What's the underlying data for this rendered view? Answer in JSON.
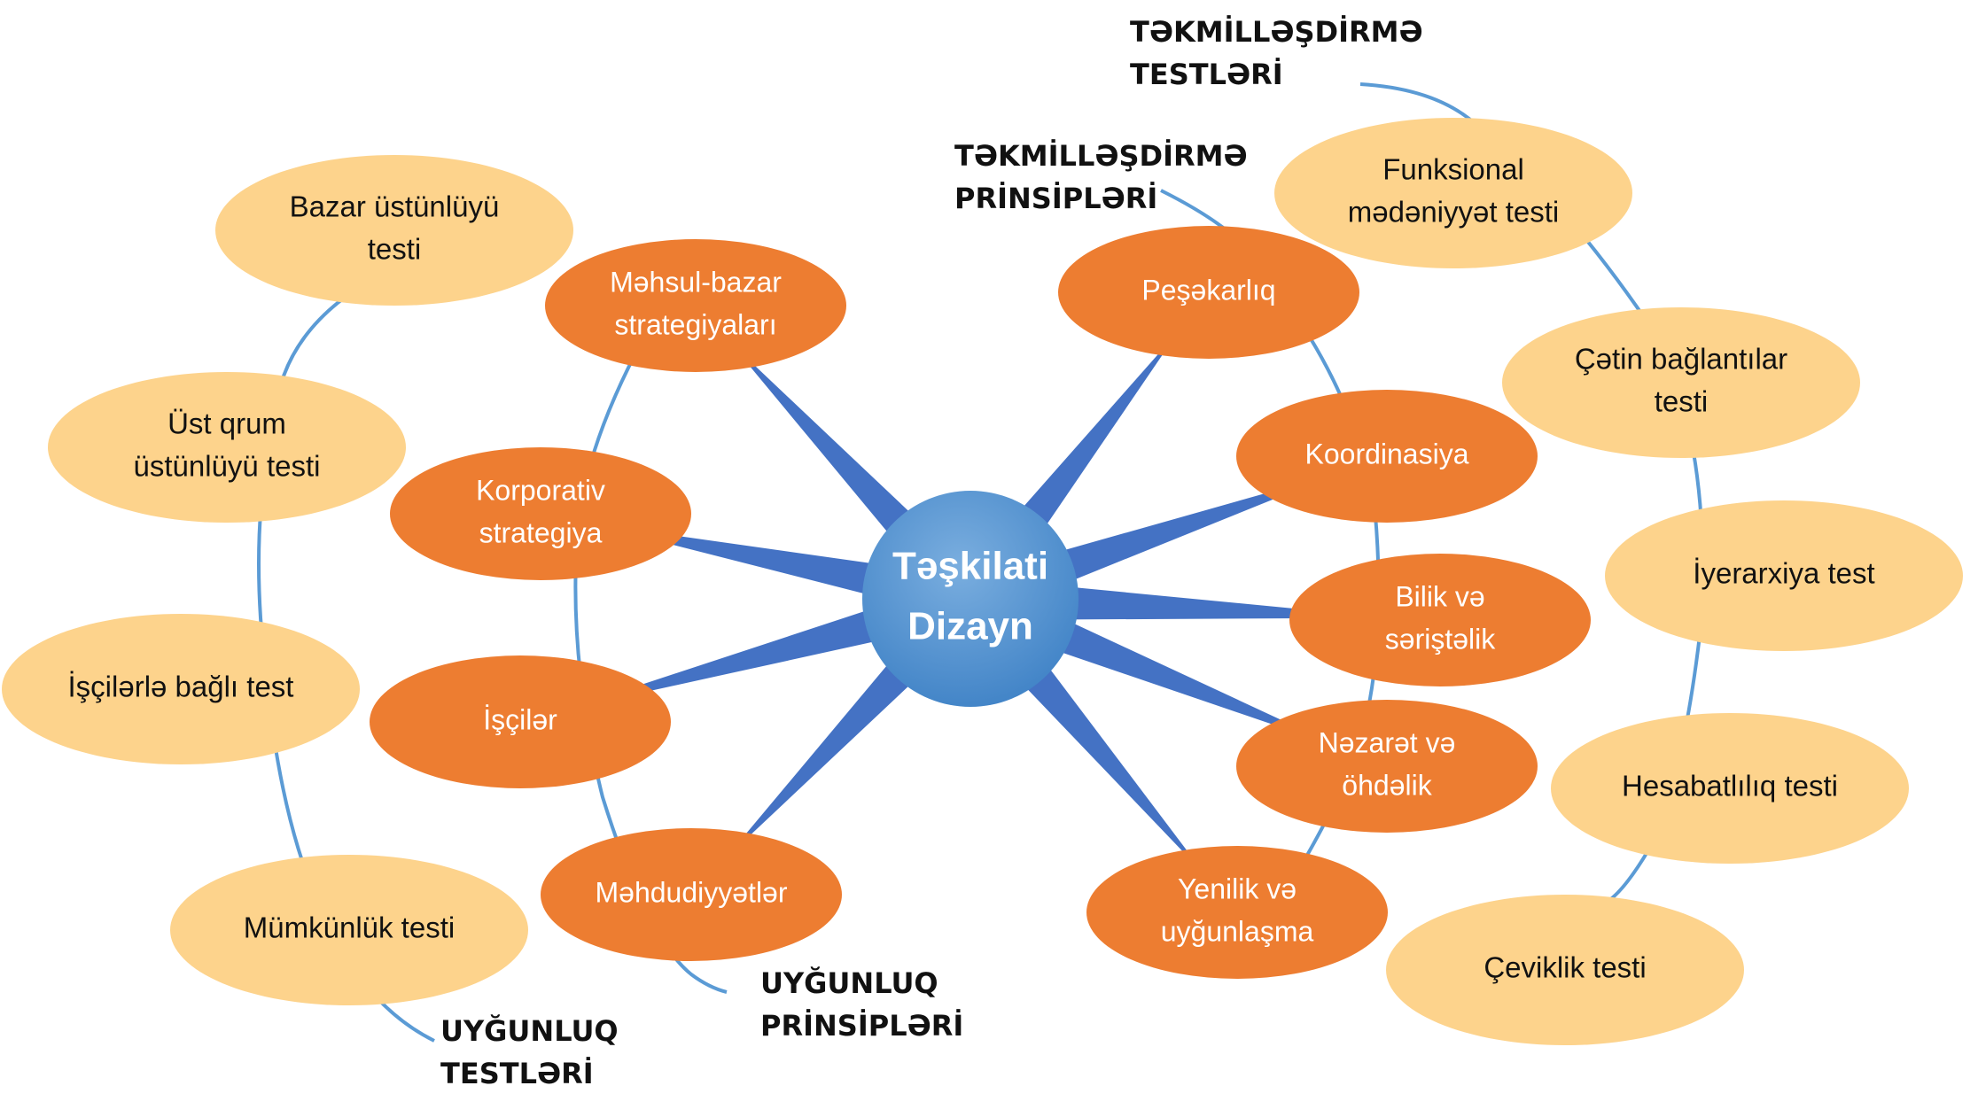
{
  "center": {
    "title_lines": [
      "Təşkilati",
      "Dizayn"
    ]
  },
  "inner_left": [
    {
      "lines": [
        "Məhsul-bazar",
        "strategiyaları"
      ]
    },
    {
      "lines": [
        "Korporativ",
        "strategiya"
      ]
    },
    {
      "lines": [
        "İşçilər"
      ]
    },
    {
      "lines": [
        "Məhdudiyyətlər"
      ]
    }
  ],
  "inner_right": [
    {
      "lines": [
        "Peşəkarlıq"
      ]
    },
    {
      "lines": [
        "Koordinasiya"
      ]
    },
    {
      "lines": [
        "Bilik və",
        "səriştəlik"
      ]
    },
    {
      "lines": [
        "Nəzarət və",
        "öhdəlik"
      ]
    },
    {
      "lines": [
        "Yenilik və",
        "uyğunlaşma"
      ]
    }
  ],
  "outer_left": [
    {
      "lines": [
        "Bazar üstünlüyü",
        "testi"
      ]
    },
    {
      "lines": [
        "Üst qrum",
        "üstünlüyü testi"
      ]
    },
    {
      "lines": [
        "İşçilərlə bağlı test"
      ]
    },
    {
      "lines": [
        "Mümkünlük testi"
      ]
    }
  ],
  "outer_right": [
    {
      "lines": [
        "Funksional",
        "mədəniyyət testi"
      ]
    },
    {
      "lines": [
        "Çətin bağlantılar",
        "testi"
      ]
    },
    {
      "lines": [
        "İyerarxiya test"
      ]
    },
    {
      "lines": [
        "Hesabatlılıq testi"
      ]
    },
    {
      "lines": [
        "Çeviklik testi"
      ]
    }
  ],
  "group_labels": {
    "improvement_tests": [
      "TƏKMİLLƏŞDİRMƏ",
      "TESTLƏRİ"
    ],
    "improvement_principles": [
      "TƏKMİLLƏŞDİRMƏ",
      "PRİNSİPLƏRİ"
    ],
    "fit_principles": [
      "UYĞUNLUQ",
      "PRİNSİPLƏRİ"
    ],
    "fit_tests": [
      "UYĞUNLUQ",
      "TESTLƏRİ"
    ]
  },
  "colors": {
    "center_top": "#7aaedf",
    "center_bottom": "#3f82c6",
    "inner": "#ed7d31",
    "outer": "#fdd38c",
    "spike": "#4472c4",
    "arc": "#5b9bd5"
  }
}
